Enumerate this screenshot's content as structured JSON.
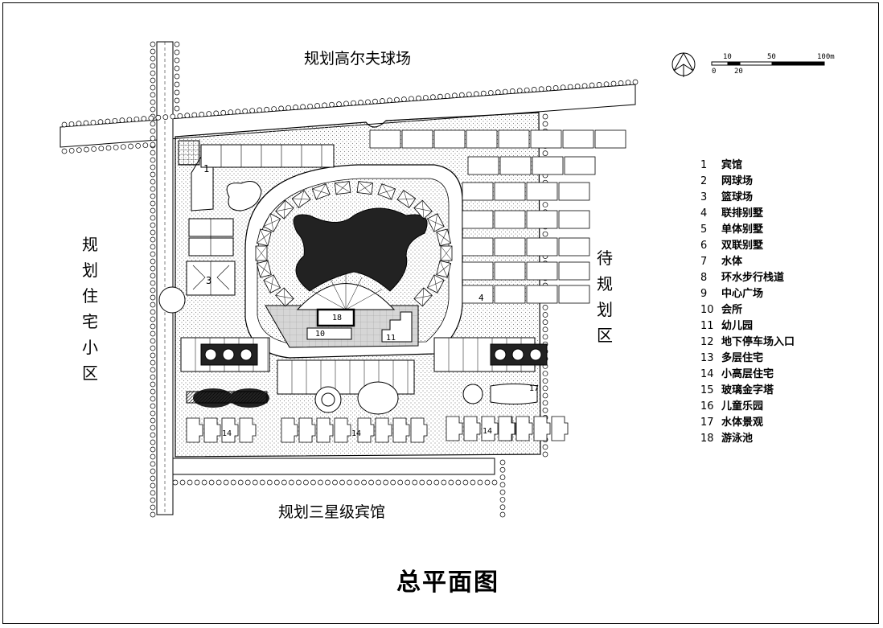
{
  "title": "总平面图",
  "surroundings": {
    "north": "规划高尔夫球场",
    "south": "规划三星级宾馆",
    "west": "规划住宅小区",
    "east": "待规划区"
  },
  "scale_bar": {
    "labels_top": [
      "10",
      "50",
      "100m"
    ],
    "labels_bottom": [
      "0",
      "20"
    ]
  },
  "site_labels": {
    "hotel": "1",
    "basketball": "3",
    "villa": "4",
    "pool": "18",
    "clubhouse": "10",
    "kindergarten": "11",
    "high_rise_a": "14",
    "high_rise_b": "14",
    "high_rise_c": "14",
    "water_feature": "17"
  },
  "legend": [
    {
      "num": "1",
      "name": "宾馆"
    },
    {
      "num": "2",
      "name": "网球场"
    },
    {
      "num": "3",
      "name": "篮球场"
    },
    {
      "num": "4",
      "name": "联排别墅"
    },
    {
      "num": "5",
      "name": "单体别墅"
    },
    {
      "num": "6",
      "name": "双联别墅"
    },
    {
      "num": "7",
      "name": "水体"
    },
    {
      "num": "8",
      "name": "环水步行栈道"
    },
    {
      "num": "9",
      "name": "中心广场"
    },
    {
      "num": "10",
      "name": "会所"
    },
    {
      "num": "11",
      "name": "幼儿园"
    },
    {
      "num": "12",
      "name": "地下停车场入口"
    },
    {
      "num": "13",
      "name": "多层住宅"
    },
    {
      "num": "14",
      "name": "小高层住宅"
    },
    {
      "num": "15",
      "name": "玻璃金字塔"
    },
    {
      "num": "16",
      "name": "儿童乐园"
    },
    {
      "num": "17",
      "name": "水体景观"
    },
    {
      "num": "18",
      "name": "游泳池"
    }
  ],
  "colors": {
    "line": "#000000",
    "water": "#222222",
    "paper": "#ffffff",
    "plaza": "#bfbfbf",
    "dots": "#8a8a8a"
  }
}
